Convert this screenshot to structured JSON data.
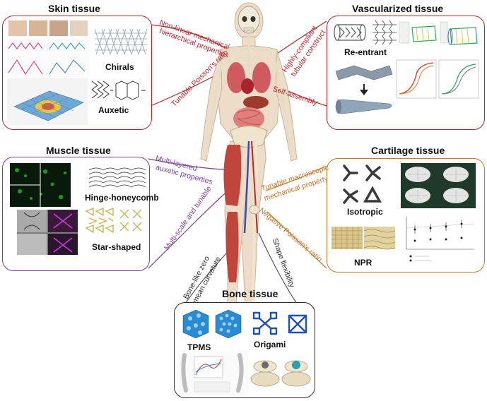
{
  "colors": {
    "skin": "#b3262b",
    "vascular": "#b3262b",
    "muscle": "#7b3fa0",
    "cartilage": "#c4782a",
    "bone": "#2a2a2a",
    "lattice_blue": "#1f6fb8",
    "lattice_gold": "#c9b257",
    "muscle_green": "#1c7a1c"
  },
  "skin": {
    "title": "Skin tissue",
    "structures": [
      "Chirals",
      "Auxetic"
    ],
    "connectors": [
      "Non-linear mechanical",
      "hierarchical properties",
      "Tunable Poisson's ratio"
    ]
  },
  "vascular": {
    "title": "Vascularized tissue",
    "structures": [
      "Re-entrant"
    ],
    "connectors": [
      "Highly-compliant",
      "tubular construct",
      "Self-assembly"
    ]
  },
  "muscle": {
    "title": "Muscle tissue",
    "structures": [
      "Hinge-honeycomb",
      "Star-shaped"
    ],
    "connectors": [
      "Multi-layered",
      "auxetic properties",
      "Multi-scale and tunable"
    ]
  },
  "cartilage": {
    "title": "Cartilage tissue",
    "structures": [
      "Isotropic",
      "NPR"
    ],
    "connectors": [
      "Tunable macroscopic",
      "mechanical property",
      "Negative Poisson's ratio"
    ]
  },
  "bone": {
    "title": "Bone tissue",
    "structures": [
      "TPMS",
      "Origami"
    ],
    "connectors": [
      "Bone-like zero",
      "mean curvature",
      "Shape flexibility"
    ]
  }
}
